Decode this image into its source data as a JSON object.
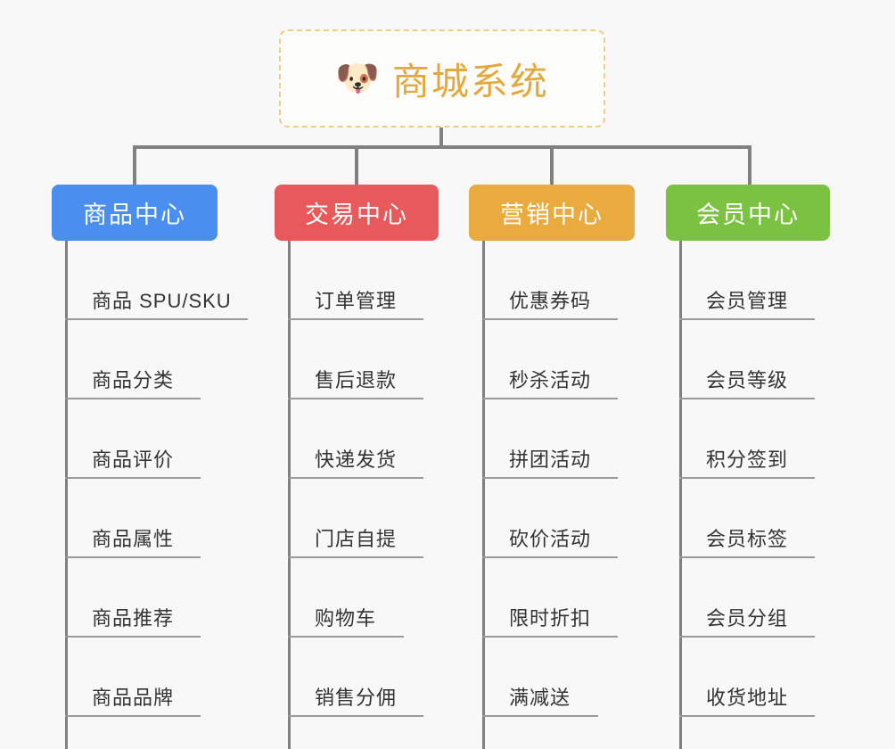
{
  "background_color": "#f8f8f8",
  "root": {
    "icon": "shiba-dog-emoji",
    "emoji": "🐶",
    "title": "商城系统",
    "title_color": "#e3a93f",
    "border_color": "#f0cd86",
    "border_style": "dashed"
  },
  "connector_color": "#808080",
  "columns": [
    {
      "id": "product-center",
      "label": "商品中心",
      "color": "#4a8ef0",
      "items": [
        {
          "label": "商品 SPU/SKU",
          "rule_width": 205
        },
        {
          "label": "商品分类",
          "rule_width": 152
        },
        {
          "label": "商品评价",
          "rule_width": 152
        },
        {
          "label": "商品属性",
          "rule_width": 152
        },
        {
          "label": "商品推荐",
          "rule_width": 152
        },
        {
          "label": "商品品牌",
          "rule_width": 152
        }
      ]
    },
    {
      "id": "trade-center",
      "label": "交易中心",
      "color": "#e7595b",
      "items": [
        {
          "label": "订单管理",
          "rule_width": 152
        },
        {
          "label": "售后退款",
          "rule_width": 152
        },
        {
          "label": "快递发货",
          "rule_width": 152
        },
        {
          "label": "门店自提",
          "rule_width": 152
        },
        {
          "label": "购物车",
          "rule_width": 130
        },
        {
          "label": "销售分佣",
          "rule_width": 152
        }
      ]
    },
    {
      "id": "marketing-center",
      "label": "营销中心",
      "color": "#e9ab3e",
      "items": [
        {
          "label": "优惠券码",
          "rule_width": 152
        },
        {
          "label": "秒杀活动",
          "rule_width": 152
        },
        {
          "label": "拼团活动",
          "rule_width": 152
        },
        {
          "label": "砍价活动",
          "rule_width": 152
        },
        {
          "label": "限时折扣",
          "rule_width": 152
        },
        {
          "label": "满减送",
          "rule_width": 130
        }
      ]
    },
    {
      "id": "member-center",
      "label": "会员中心",
      "color": "#7cc242",
      "items": [
        {
          "label": "会员管理",
          "rule_width": 152
        },
        {
          "label": "会员等级",
          "rule_width": 152
        },
        {
          "label": "积分签到",
          "rule_width": 152
        },
        {
          "label": "会员标签",
          "rule_width": 152
        },
        {
          "label": "会员分组",
          "rule_width": 152
        },
        {
          "label": "收货地址",
          "rule_width": 152
        }
      ]
    }
  ]
}
